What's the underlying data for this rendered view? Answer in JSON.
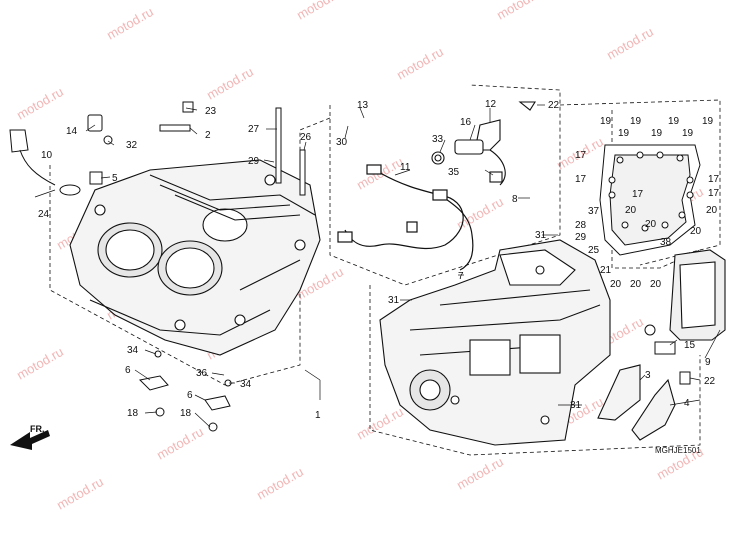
{
  "diagram": {
    "code": "MGHJE1501",
    "fr_label": "FR.",
    "watermark": "motod.ru",
    "callouts": [
      "1",
      "2",
      "3",
      "4",
      "5",
      "6",
      "7",
      "8",
      "9",
      "10",
      "11",
      "12",
      "13",
      "14",
      "15",
      "16",
      "17",
      "18",
      "19",
      "20",
      "21",
      "22",
      "23",
      "24",
      "25",
      "26",
      "27",
      "28",
      "29",
      "30",
      "31",
      "32",
      "33",
      "34",
      "35",
      "36",
      "37",
      "38"
    ]
  },
  "colors": {
    "line": "#111111",
    "watermark": "#f2b6b6",
    "background": "#ffffff"
  }
}
